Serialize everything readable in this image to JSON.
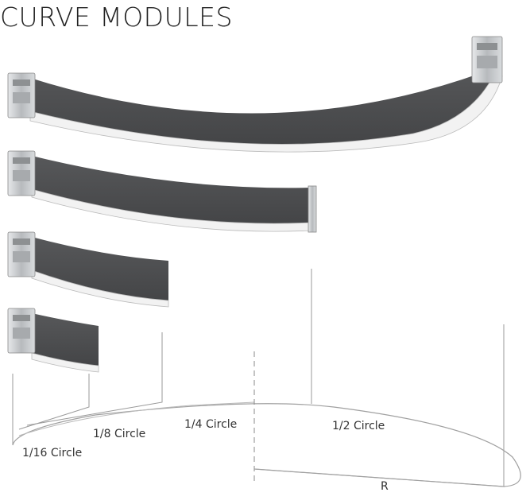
{
  "title": "CURVE MODULES",
  "labels": {
    "sixteenth": "1/16 Circle",
    "eighth": "1/8 Circle",
    "quarter": "1/4 Circle",
    "half": "1/2 Circle",
    "radius": "R"
  },
  "colors": {
    "panel": "#4d4e50",
    "panel_dark": "#3d3e40",
    "diffuser": "#f4f4f4",
    "aluminum": "#c9ccce",
    "line": "#9a9a9a"
  }
}
